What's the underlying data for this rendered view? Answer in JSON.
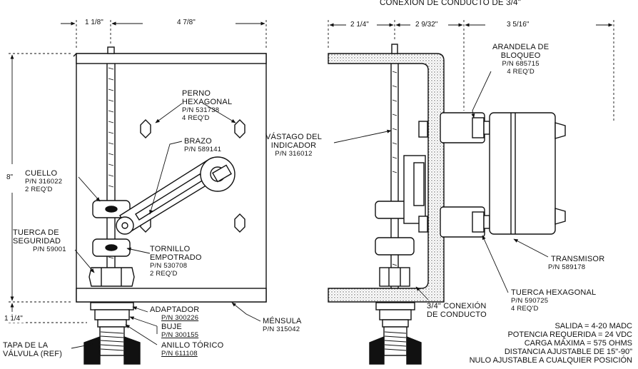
{
  "dimensions": {
    "d1": "1 1/8\"",
    "d2": "4 7/8\"",
    "d3": "8\"",
    "d4": "1 1/4\"",
    "d5": "2 1/4\"",
    "d6": "2 9/32\"",
    "d7": "3 5/16\""
  },
  "labels": {
    "conduit_top": "CONEXION DE CONDUCTO DE 3/4\"",
    "perno": [
      "PERNO",
      "HEXAGONAL",
      "P/N 531738",
      "4 REQ'D"
    ],
    "brazo": [
      "BRAZO",
      "P/N 589141"
    ],
    "cuello": [
      "CUELLO",
      "P/N 316022",
      "2 REQ'D"
    ],
    "tuerca_seg": [
      "TUERCA DE",
      "SEGURIDAD",
      "P/N 59001"
    ],
    "tornillo": [
      "TORNILLO",
      "EMPOTRADO",
      "P/N 530708",
      "2 REQ'D"
    ],
    "adaptador": [
      "ADAPTADOR",
      "P/N 300226"
    ],
    "buje": [
      "BUJE",
      "P/N 300155"
    ],
    "anillo": [
      "ANILLO TÓRICO",
      "P/N 611108"
    ],
    "tapa": [
      "TAPA DE LA",
      "VÁLVULA (REF)"
    ],
    "mensula": [
      "MÉNSULA",
      "P/N 315042"
    ],
    "vastago": [
      "VÁSTAGO DEL",
      "INDICADOR",
      "P/N 316012"
    ],
    "arandela": [
      "ARANDELA DE",
      "BLOQUEO",
      "P/N 685715",
      "4 REQ'D"
    ],
    "transmisor": [
      "TRANSMISOR",
      "P/N  589178"
    ],
    "tuerca_hex": [
      "TUERCA HEXAGONAL",
      "P/N 590725",
      "4 REQ'D"
    ],
    "conduit_bottom": [
      "3/4\" CONEXIÓN",
      "DE CONDUCTO"
    ]
  },
  "specs": [
    "SALIDA = 4-20 MADC",
    "POTENCIA REQUERIDA = 24 VDC",
    "CARGA MÁXIMA = 575 OHMS",
    "DISTANCIA AJUSTABLE DE 15\"-90\"",
    "NULO AJUSTABLE A CUALQUIER POSICIÓN"
  ]
}
